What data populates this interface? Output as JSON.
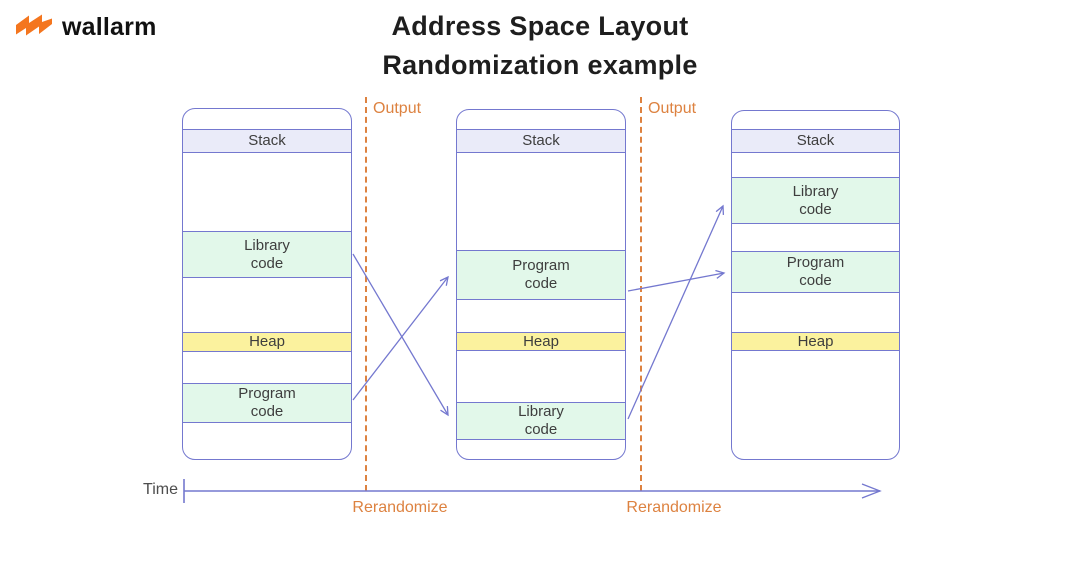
{
  "brand": {
    "name": "wallarm"
  },
  "title": {
    "line1": "Address Space Layout",
    "line2": "Randomization example"
  },
  "colors": {
    "accent_purple": "#7478cf",
    "accent_orange": "#dd8240",
    "logo_orange": "#f4761f",
    "stack_fill": "#eaebf9",
    "code_fill": "#e2f8ea",
    "heap_fill": "#fbf29e"
  },
  "columns": [
    {
      "id": "snapshot-1",
      "segments": [
        {
          "name": "stack",
          "label": "Stack"
        },
        {
          "name": "library-code",
          "label": "Library\ncode"
        },
        {
          "name": "heap",
          "label": "Heap"
        },
        {
          "name": "program-code",
          "label": "Program\ncode"
        }
      ]
    },
    {
      "id": "snapshot-2",
      "segments": [
        {
          "name": "stack",
          "label": "Stack"
        },
        {
          "name": "program-code",
          "label": "Program\ncode"
        },
        {
          "name": "heap",
          "label": "Heap"
        },
        {
          "name": "library-code",
          "label": "Library\ncode"
        }
      ]
    },
    {
      "id": "snapshot-3",
      "segments": [
        {
          "name": "stack",
          "label": "Stack"
        },
        {
          "name": "library-code",
          "label": "Library\ncode"
        },
        {
          "name": "program-code",
          "label": "Program\ncode"
        },
        {
          "name": "heap",
          "label": "Heap"
        }
      ]
    }
  ],
  "outputs": [
    "Output",
    "Output"
  ],
  "timeline": {
    "axis_label": "Time",
    "rerandomize": [
      "Rerandomize",
      "Rerandomize"
    ]
  }
}
